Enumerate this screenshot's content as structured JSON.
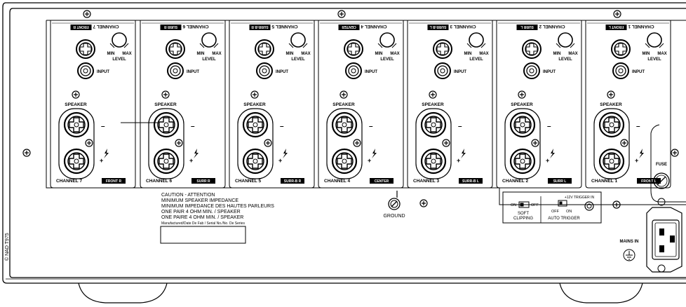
{
  "channels": [
    {
      "top": "CHANNEL 7",
      "top_badge": "FRONT R",
      "bottom": "CHANNEL 7",
      "bottom_badge": "FRONT R"
    },
    {
      "top": "CHANNEL 6",
      "top_badge": "SURR R",
      "bottom": "CHANNEL 6",
      "bottom_badge": "SURR R"
    },
    {
      "top": "CHANNEL 5",
      "top_badge": "SURR-B R",
      "bottom": "CHANNEL 5",
      "bottom_badge": "SURR-B R"
    },
    {
      "top": "CHANNEL 4",
      "top_badge": "CENTER",
      "bottom": "CHANNEL 4",
      "bottom_badge": "CENTER"
    },
    {
      "top": "CHANNEL 3",
      "top_badge": "SURR-B L",
      "bottom": "CHANNEL 3",
      "bottom_badge": "SURR-B L"
    },
    {
      "top": "CHANNEL 2",
      "top_badge": "SURR L",
      "bottom": "CHANNEL 2",
      "bottom_badge": "SURR L"
    },
    {
      "top": "CHANNEL 1",
      "top_badge": "FRONT L",
      "bottom": "CHANNEL 1",
      "bottom_badge": "FRONT L"
    }
  ],
  "labels": {
    "min": "MIN",
    "max": "MAX",
    "level": "LEVEL",
    "input": "INPUT",
    "speaker": "SPEAKER",
    "minus": "–",
    "plus": "+"
  },
  "caution": [
    "CAUTION - ATTENTION",
    "MINIMUM SPEAKER IMPEDANCE",
    "MINIMUM IMPEDANCE DES HAUTES PARLEURS",
    "ONE PAIR 4 OHM MIN. / SPEAKER",
    "ONE PAIRE 4 OHM MIN. / SPEAKER"
  ],
  "manufactured": "Manufactured/Date De Fab / Serial No./No. De Series",
  "ground": "GROUND",
  "soft_clipping": {
    "on": "ON",
    "off": "OFF",
    "label_1": "SOFT",
    "label_2": "CLIPPING"
  },
  "auto_trigger": {
    "off": "OFF",
    "on": "ON",
    "label": "AUTO TRIGGER",
    "trigger_in": "+12V TRIGGER IN"
  },
  "fuse": "FUSE",
  "mains_in": "MAINS IN",
  "side_text": "© NAD T975"
}
